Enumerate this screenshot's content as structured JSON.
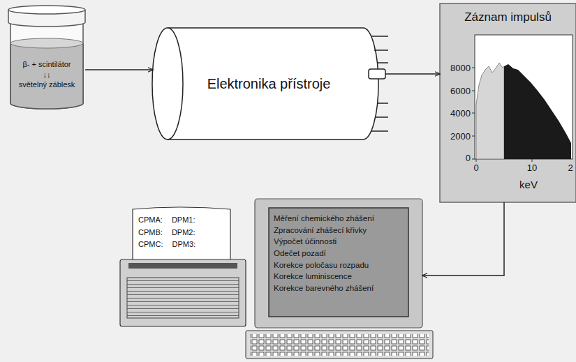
{
  "diagram": {
    "nodes": [
      {
        "text": [
          "β- + scintilátor",
          "↓↓",
          "světelný záblesk"
        ]
      },
      {
        "text": [
          "Elektronika přístroje"
        ]
      },
      {
        "text": [
          "Záznam impulsů"
        ]
      },
      {
        "text": [
          "CPMA: DPM1:",
          "CPMB: DPM2:",
          "CPMC: DPM3:"
        ]
      },
      {
        "text": [
          "Měření chemického zhášení",
          "Zpracování zhášecí křivky",
          "Výpočet účinnosti",
          "Odečet pozadí",
          "Korekce poločasu rozpadu",
          "Korekce luminiscence",
          "Korekce barevného zhášení"
        ]
      }
    ],
    "edges": [
      {
        "from": 0,
        "to": 1,
        "arrow": "to"
      },
      {
        "from": 1,
        "to": 2,
        "arrow": "to"
      },
      {
        "from": 2,
        "to": 4,
        "arrow": "to"
      }
    ],
    "labels": [
      "8000",
      "6000",
      "4000",
      "2000",
      "0",
      "0",
      "10",
      "2",
      "keV"
    ]
  }
}
